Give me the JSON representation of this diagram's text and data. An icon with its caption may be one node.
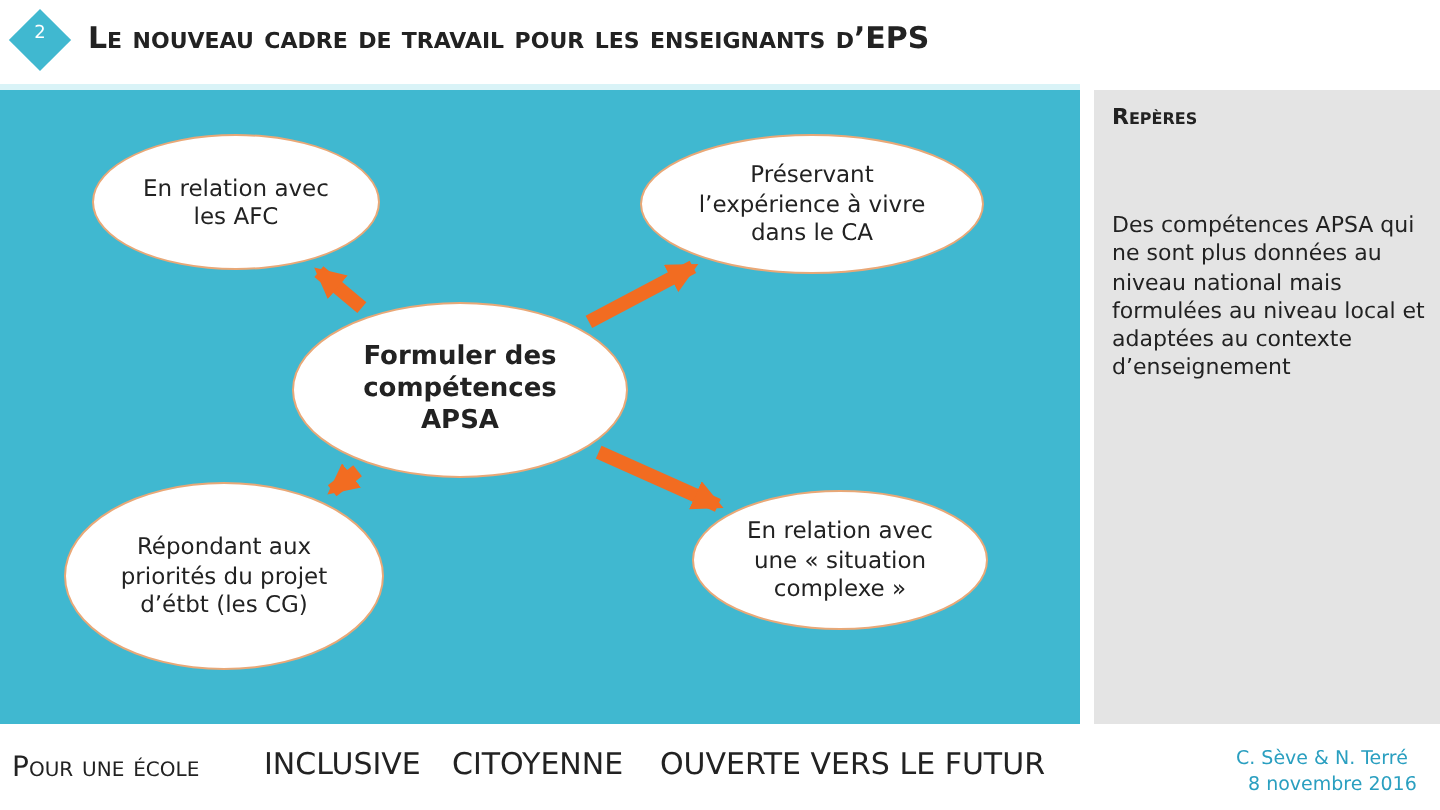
{
  "diagram": {
    "title": "Le nouveau cadre de travail pour les enseignants d’EPS",
    "nodes": [
      {
        "text": [
          "Formuler des compétences APSA"
        ]
      },
      {
        "text": [
          "En relation avec les AFC"
        ]
      },
      {
        "text": [
          "Préservant l’expérience à vivre dans le CA"
        ]
      },
      {
        "text": [
          "Répondant aux priorités du projet d’étbt (les CG)"
        ]
      },
      {
        "text": [
          "En relation avec une « situation complexe »"
        ]
      }
    ],
    "edges": [
      {
        "from": 0,
        "to": 1,
        "arrow": "to"
      },
      {
        "from": 0,
        "to": 2,
        "arrow": "to"
      },
      {
        "from": 0,
        "to": 3,
        "arrow": "to"
      },
      {
        "from": 0,
        "to": 4,
        "arrow": "to"
      }
    ],
    "labels": [
      "2",
      "Repères",
      "Des compétences APSA qui ne sont plus données au niveau national mais formulées au niveau local et adaptées au contexte d’enseignement",
      "Pour une école",
      "INCLUSIVE",
      "CITOYENNE",
      "OUVERTE VERS LE FUTUR",
      "C. Sève & N. Terré",
      "8 novembre 2016"
    ]
  }
}
